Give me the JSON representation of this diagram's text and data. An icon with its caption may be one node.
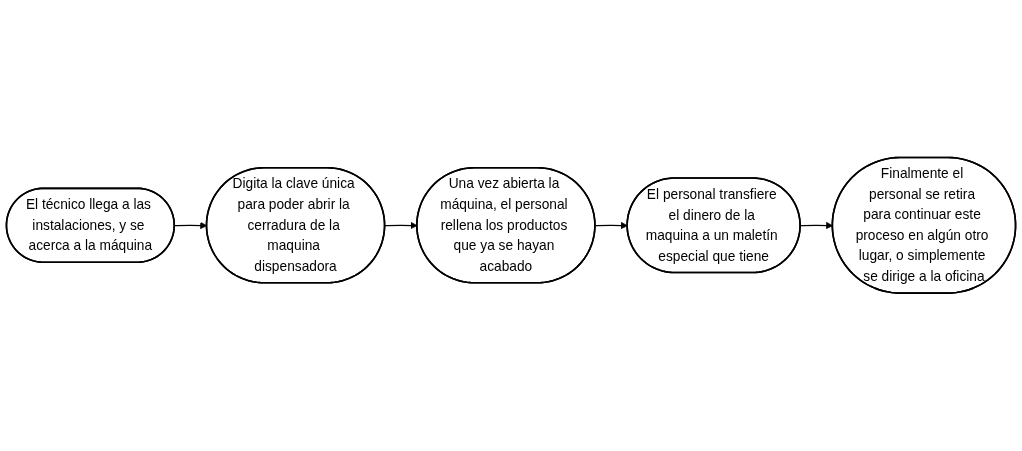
{
  "diagram": {
    "nodes": [
      {
        "text": [
          "El técnico llega a las instalaciones, y se acerca a la máquina"
        ]
      },
      {
        "text": [
          "Digita la clave única para poder abrir la cerradura de la maquina dispensadora"
        ]
      },
      {
        "text": [
          "Una vez abierta la máquina, el personal rellena los productos que ya se hayan acabado"
        ]
      },
      {
        "text": [
          "El personal transfiere el dinero de la maquina a un maletín especial que tiene"
        ]
      },
      {
        "text": [
          "Finalmente el personal se retira para continuar este proceso en algún otro lugar, o simplemente se dirige a la oficina"
        ]
      }
    ],
    "edges": [
      {
        "from": 0,
        "to": 1,
        "arrow": "to"
      },
      {
        "from": 1,
        "to": 2,
        "arrow": "to"
      },
      {
        "from": 2,
        "to": 3,
        "arrow": "to"
      },
      {
        "from": 3,
        "to": 4,
        "arrow": "to"
      }
    ]
  }
}
